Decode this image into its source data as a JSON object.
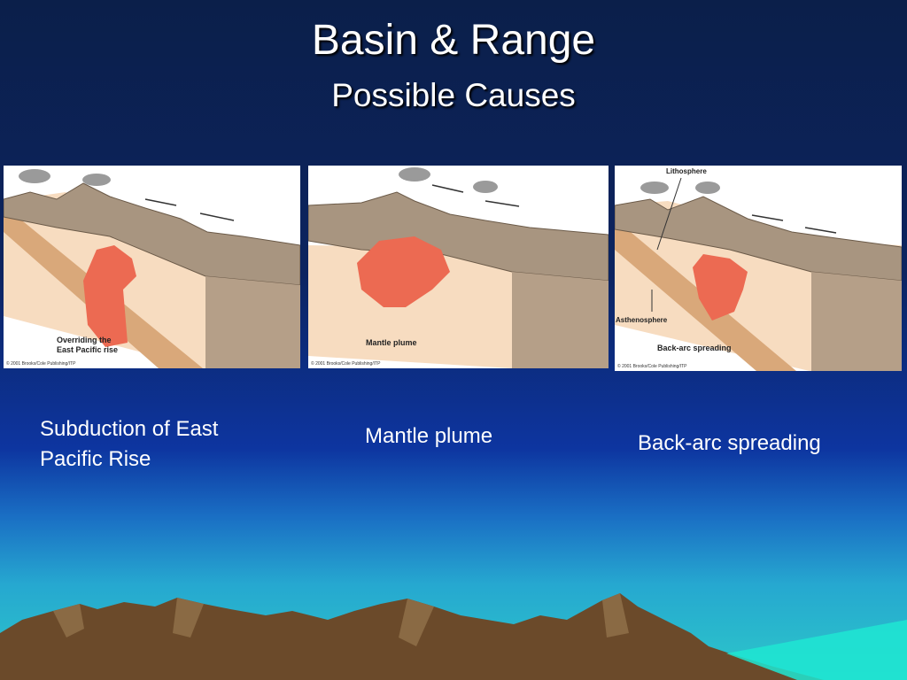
{
  "slide": {
    "title": "Basin & Range",
    "subtitle": "Possible Causes"
  },
  "panels": [
    {
      "label_lines": [
        "Overriding the",
        "East Pacific rise"
      ],
      "copyright": "© 2001 Brooks/Cole Publishing/ITP",
      "caption": "Subduction of East Pacific Rise"
    },
    {
      "label_lines": [
        "Mantle plume"
      ],
      "copyright": "© 2001 Brooks/Cole Publishing/ITP",
      "caption": "Mantle plume"
    },
    {
      "label_lines": [
        "Back-arc spreading"
      ],
      "layer_labels": [
        "Lithosphere",
        "Asthenosphere"
      ],
      "copyright": "© 2001 Brooks/Cole Publishing/ITP",
      "caption": "Back-arc spreading"
    }
  ],
  "colors": {
    "title_text": "#ffffff",
    "crust": "#a89580",
    "mantle": "#f7dcc0",
    "magma": "#ec6a52",
    "slab": "#d9a87a",
    "mountain_brown": "#7a5a36"
  }
}
